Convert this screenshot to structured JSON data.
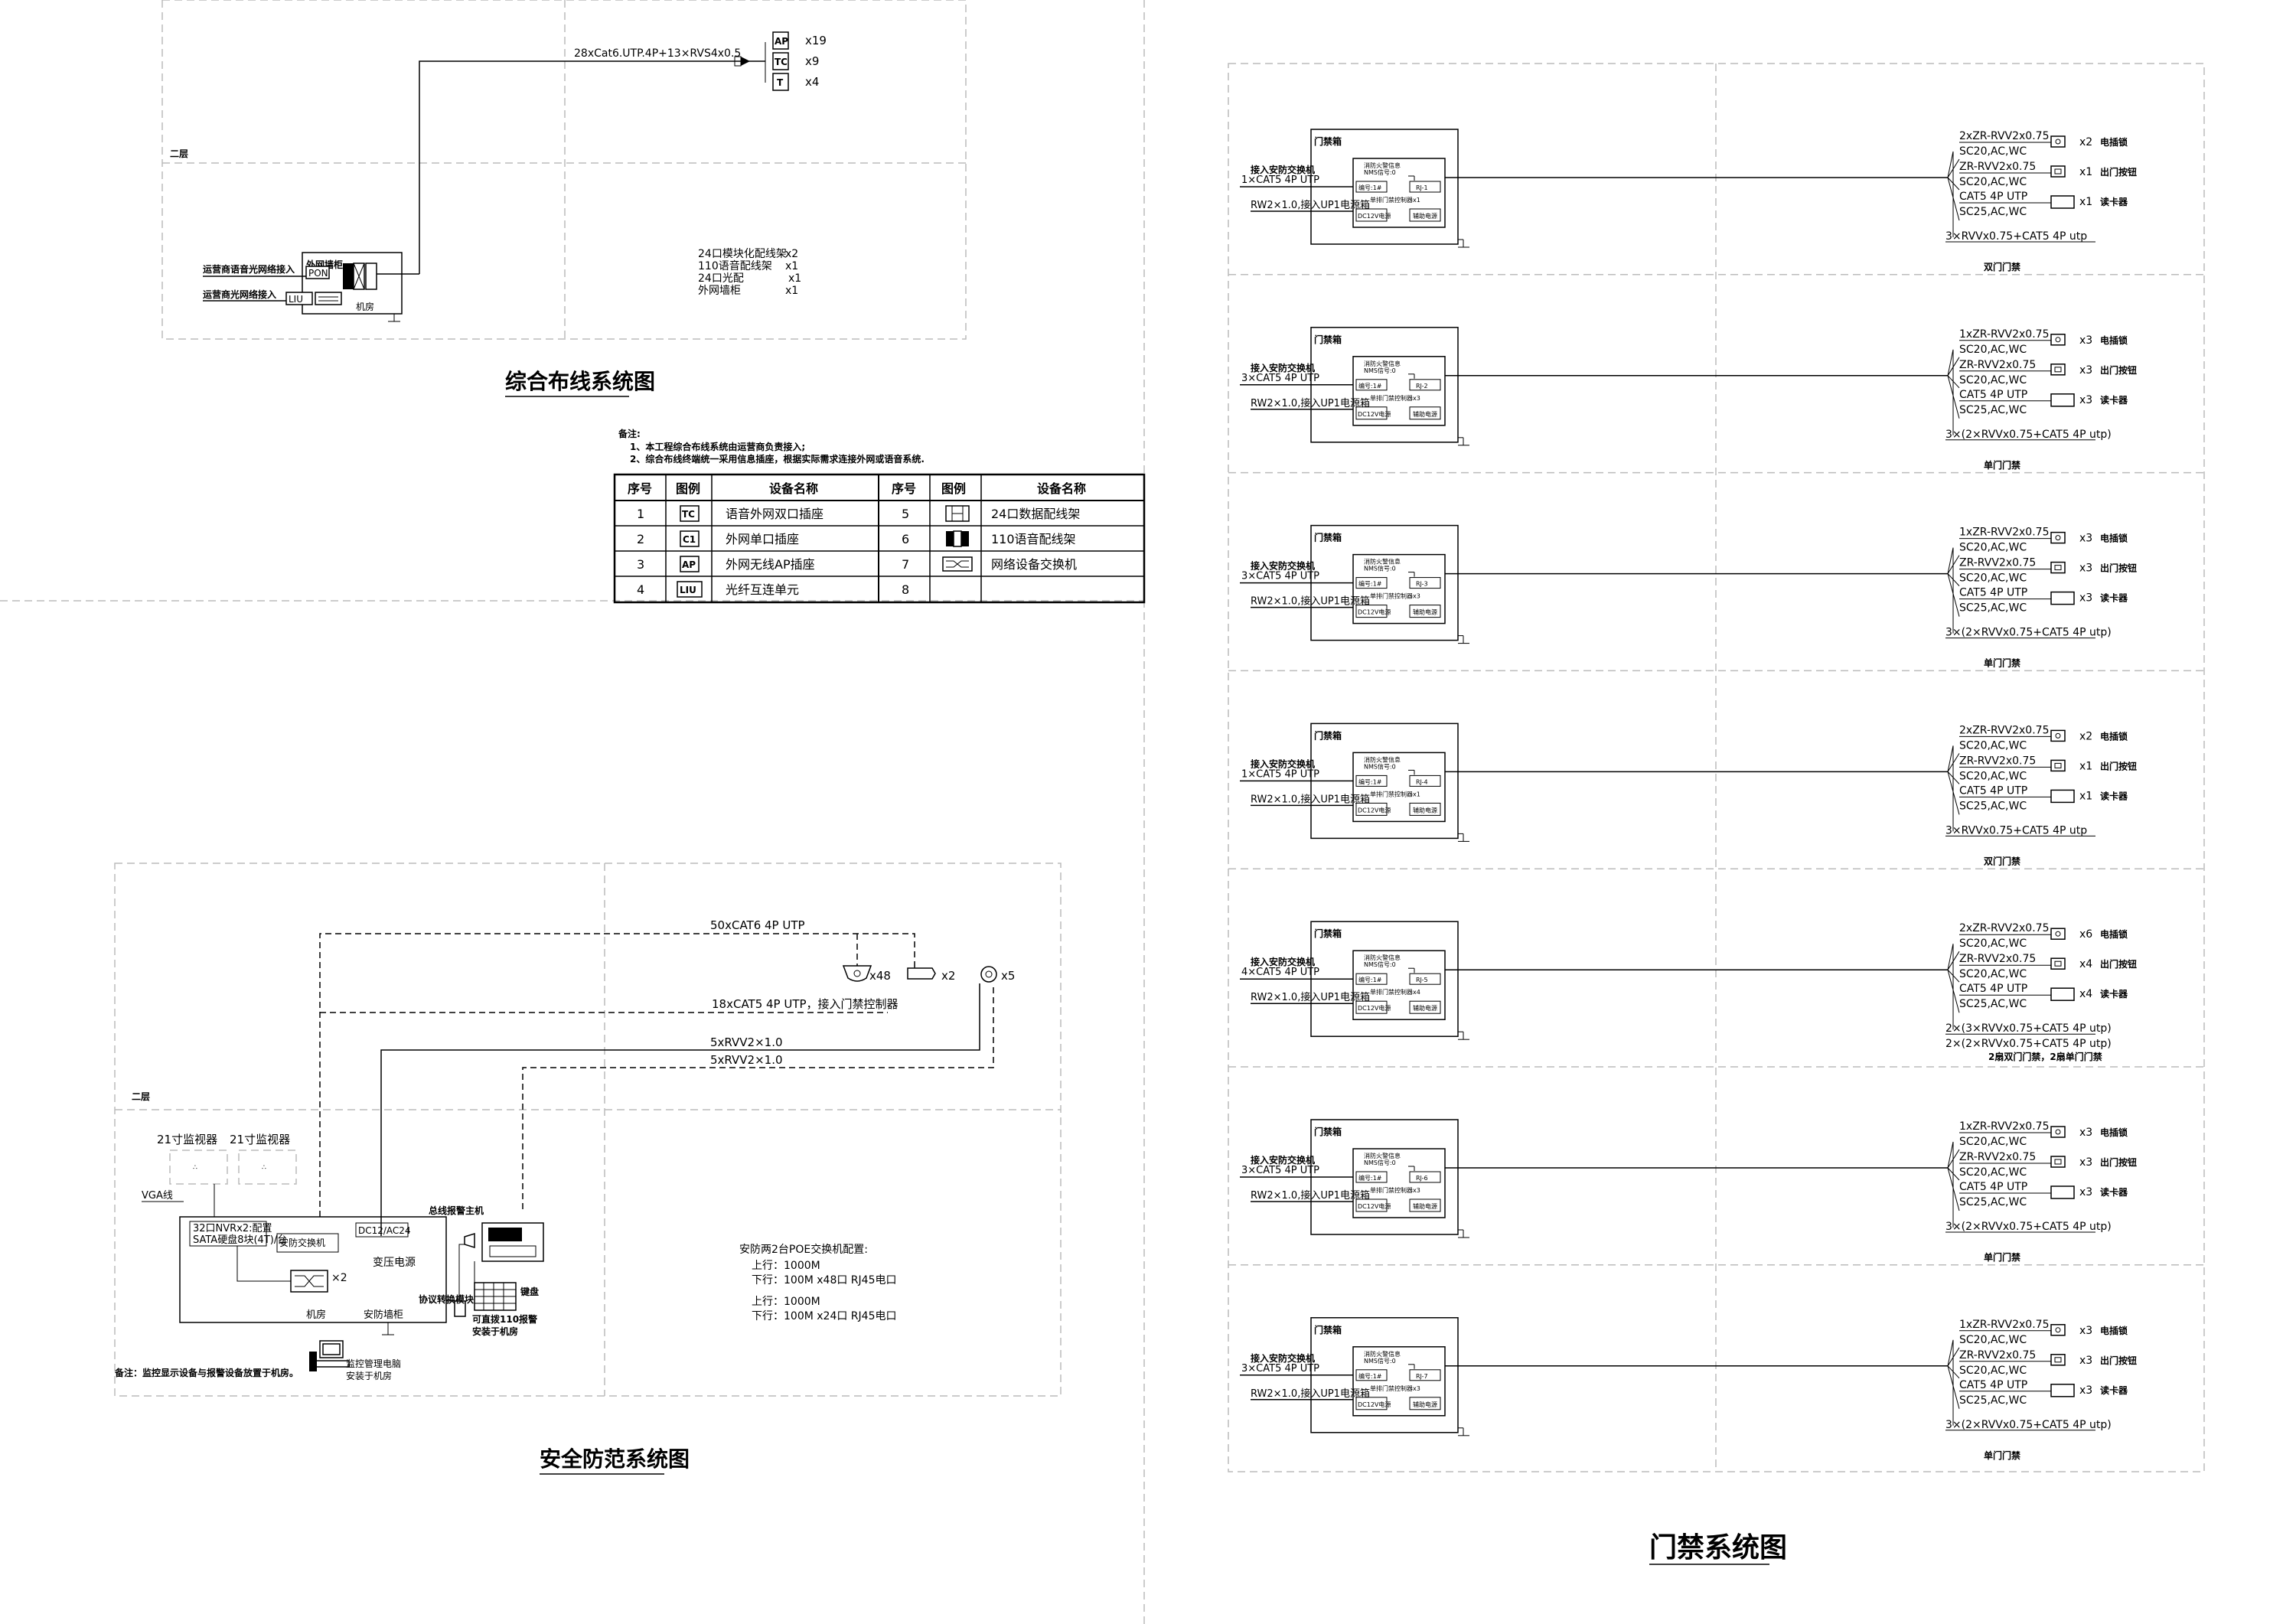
{
  "cabling": {
    "title": "综合布线系统图",
    "floor_label": "二层",
    "trunk_cable": "28xCat6.UTP.4P+13×RVS4x0.5",
    "outlets": [
      {
        "sym": "AP",
        "count": "x19"
      },
      {
        "sym": "TC",
        "count": "x9"
      },
      {
        "sym": "T",
        "count": "x4"
      }
    ],
    "inputs": [
      "运营商语音光网络接入",
      "运营商光网络接入"
    ],
    "pon_label": "PON",
    "liu_label": "LIU",
    "odf_label": "外网墙柜",
    "room_label": "机房",
    "equipment_list": [
      {
        "name": "24口模块化配线架",
        "count": "x2"
      },
      {
        "name": "110语音配线架",
        "count": "x1"
      },
      {
        "name": "24口光配",
        "count": "x1"
      },
      {
        "name": "外网墙柜",
        "count": "x1"
      }
    ],
    "notes_heading": "备注:",
    "notes": [
      "1、本工程综合布线系统由运营商负责接入;",
      "2、综合布线终端统一采用信息插座，根据实际需求连接外网或语音系统."
    ],
    "legend_headers": [
      "序号",
      "图例",
      "设备名称",
      "序号",
      "图例",
      "设备名称"
    ],
    "legend_rows": [
      {
        "n1": "1",
        "s1": "TC",
        "d1": "语音外网双口插座",
        "n2": "5",
        "s2": "patch",
        "d2": "24口数据配线架"
      },
      {
        "n1": "2",
        "s1": "C1",
        "d1": "外网单口插座",
        "n2": "6",
        "s2": "110",
        "d2": "110语音配线架"
      },
      {
        "n1": "3",
        "s1": "AP",
        "d1": "外网无线AP插座",
        "n2": "7",
        "s2": "switch",
        "d2": "网络设备交换机"
      },
      {
        "n1": "4",
        "s1": "LIU",
        "d1": "光纤互连单元",
        "n2": "8",
        "s2": "",
        "d2": ""
      }
    ]
  },
  "security": {
    "title": "安全防范系统图",
    "floor_label": "二层",
    "cable_cat6": "50xCAT6 4P UTP",
    "cable_cat5": "18xCAT5 4P UTP，接入门禁控制器",
    "cable_rvv1": "5xRVV2×1.0",
    "cable_rvv2": "5xRVV2×1.0",
    "dome_count": "x48",
    "bullet_count": "x2",
    "alarm_count": "x5",
    "monitor1": "21寸监视器",
    "monitor2": "21寸监视器",
    "vga": "VGA线",
    "nvr1": "32口NVRx2:配置",
    "nvr2": "SATA硬盘8块(4T)/台",
    "switch_label": "安防交换机",
    "switch_count": "×2",
    "power_label": "DC12/AC24",
    "transformer_label": "变压电源",
    "room_label": "机房",
    "cabinet_label": "安防墙柜",
    "alarm_host_label": "总线报警主机",
    "keyboard_label": "键盘",
    "converter_label": "协议转换模块",
    "alarm_note1": "可直拨110报警",
    "alarm_note2": "安装于机房",
    "pc_note1": "监控管理电脑",
    "pc_note2": "安装于机房",
    "switch_cfg_title": "安防两2台POE交换机配置:",
    "switch_cfg": [
      "上行：1000M",
      "下行：100M   x48口 RJ45电口",
      "上行：1000M",
      "下行：100M   x24口 RJ45电口"
    ],
    "remark": "备注：监控显示设备与报警设备放置于机房。"
  },
  "access": {
    "title": "门禁系统图",
    "units": [
      {
        "in1": "接入安防交换机",
        "in2": "1×CAT5 4P UTP",
        "in3": "RW2×1.0,接入UP1电源箱",
        "ctrl": "RJ-1",
        "mode": "单排门禁控制器x1",
        "o1": "2xZR-RVV2x0.75",
        "o2": "SC20,AC,WC",
        "o3": "ZR-RVV2x0.75",
        "o4": "SC20,AC,WC",
        "o5": "CAT5 4P UTP",
        "o6": "SC25,AC,WC",
        "c1": "x2",
        "c2": "x1",
        "c3": "x1",
        "total": "3×RVVx0.75+CAT5 4P utp",
        "total2": "",
        "door": "双门门禁"
      },
      {
        "in1": "接入安防交换机",
        "in2": "3×CAT5 4P UTP",
        "in3": "RW2×1.0,接入UP1电源箱",
        "ctrl": "RJ-2",
        "mode": "单排门禁控制器x3",
        "o1": "1xZR-RVV2x0.75",
        "o2": "SC20,AC,WC",
        "o3": "ZR-RVV2x0.75",
        "o4": "SC20,AC,WC",
        "o5": "CAT5 4P UTP",
        "o6": "SC25,AC,WC",
        "c1": "x3",
        "c2": "x3",
        "c3": "x3",
        "total": "3×(2×RVVx0.75+CAT5 4P utp)",
        "total2": "",
        "door": "单门门禁"
      },
      {
        "in1": "接入安防交换机",
        "in2": "3×CAT5 4P UTP",
        "in3": "RW2×1.0,接入UP1电源箱",
        "ctrl": "RJ-3",
        "mode": "单排门禁控制器x3",
        "o1": "1xZR-RVV2x0.75",
        "o2": "SC20,AC,WC",
        "o3": "ZR-RVV2x0.75",
        "o4": "SC20,AC,WC",
        "o5": "CAT5 4P UTP",
        "o6": "SC25,AC,WC",
        "c1": "x3",
        "c2": "x3",
        "c3": "x3",
        "total": "3×(2×RVVx0.75+CAT5 4P utp)",
        "total2": "",
        "door": "单门门禁"
      },
      {
        "in1": "接入安防交换机",
        "in2": "1×CAT5 4P UTP",
        "in3": "RW2×1.0,接入UP1电源箱",
        "ctrl": "RJ-4",
        "mode": "单排门禁控制器x1",
        "o1": "2xZR-RVV2x0.75",
        "o2": "SC20,AC,WC",
        "o3": "ZR-RVV2x0.75",
        "o4": "SC20,AC,WC",
        "o5": "CAT5 4P UTP",
        "o6": "SC25,AC,WC",
        "c1": "x2",
        "c2": "x1",
        "c3": "x1",
        "total": "3×RVVx0.75+CAT5 4P utp",
        "total2": "",
        "door": "双门门禁"
      },
      {
        "in1": "接入安防交换机",
        "in2": "4×CAT5 4P UTP",
        "in3": "RW2×1.0,接入UP1电源箱",
        "ctrl": "RJ-5",
        "mode": "单排门禁控制器x4",
        "o1": "2xZR-RVV2x0.75",
        "o2": "SC20,AC,WC",
        "o3": "ZR-RVV2x0.75",
        "o4": "SC20,AC,WC",
        "o5": "CAT5 4P UTP",
        "o6": "SC25,AC,WC",
        "c1": "x6",
        "c2": "x4",
        "c3": "x4",
        "total": "2×(3×RVVx0.75+CAT5 4P utp)",
        "total2": "2×(2×RVVx0.75+CAT5 4P utp)",
        "door": "2扇双门门禁，2扇单门门禁"
      },
      {
        "in1": "接入安防交换机",
        "in2": "3×CAT5 4P UTP",
        "in3": "RW2×1.0,接入UP1电源箱",
        "ctrl": "RJ-6",
        "mode": "单排门禁控制器x3",
        "o1": "1xZR-RVV2x0.75",
        "o2": "SC20,AC,WC",
        "o3": "ZR-RVV2x0.75",
        "o4": "SC20,AC,WC",
        "o5": "CAT5 4P UTP",
        "o6": "SC25,AC,WC",
        "c1": "x3",
        "c2": "x3",
        "c3": "x3",
        "total": "3×(2×RVVx0.75+CAT5 4P utp)",
        "total2": "",
        "door": "单门门禁"
      },
      {
        "in1": "接入安防交换机",
        "in2": "3×CAT5 4P UTP",
        "in3": "RW2×1.0,接入UP1电源箱",
        "ctrl": "RJ-7",
        "mode": "单排门禁控制器x3",
        "o1": "1xZR-RVV2x0.75",
        "o2": "SC20,AC,WC",
        "o3": "ZR-RVV2x0.75",
        "o4": "SC20,AC,WC",
        "o5": "CAT5 4P UTP",
        "o6": "SC25,AC,WC",
        "c1": "x3",
        "c2": "x3",
        "c3": "x3",
        "total": "3×(2×RVVx0.75+CAT5 4P utp)",
        "total2": "",
        "door": "单门门禁"
      }
    ],
    "cabinet_label": "门禁箱",
    "inner_title": "消防火警信息",
    "inner_sub": "NMS信号:0",
    "id_label": "编号:1#",
    "psu_label": "DC12V电源",
    "aux_label": "辅助电源",
    "lock_label": "电插锁",
    "button_label": "出门按钮",
    "reader_label": "读卡器"
  }
}
